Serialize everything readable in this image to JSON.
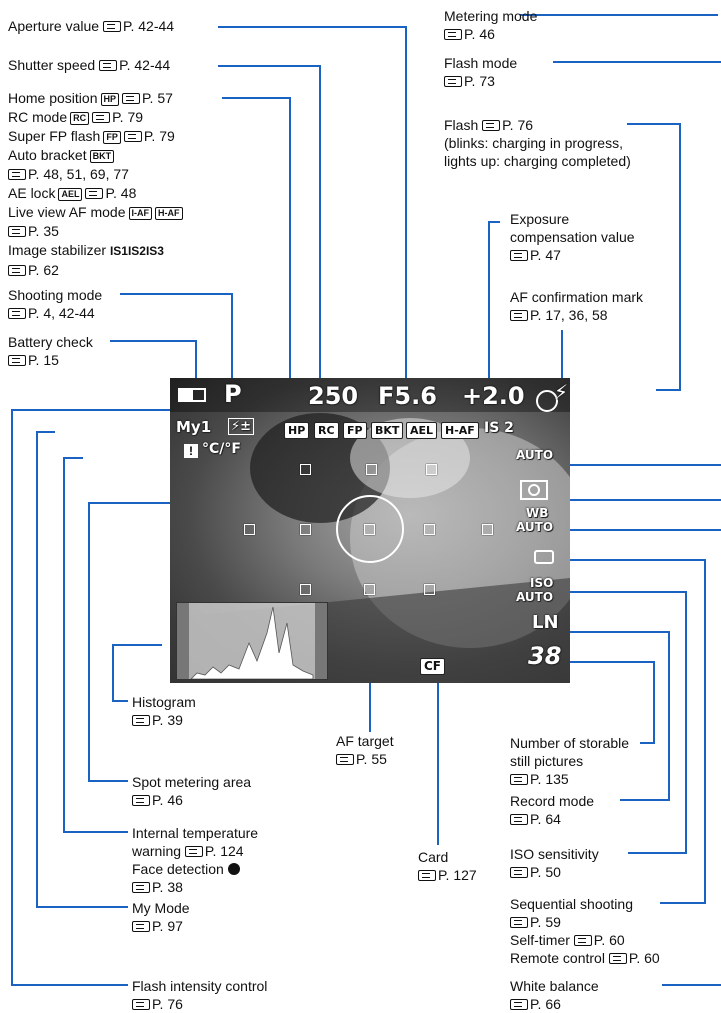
{
  "left_labels": {
    "aperture": [
      "Aperture value",
      "P. 42-44"
    ],
    "shutter": [
      "Shutter speed",
      "P. 42-44"
    ],
    "home": {
      "l1": "Home position",
      "t1": "HP",
      "r1": "P. 57",
      "l2": "RC mode",
      "t2": "RC",
      "r2": "P. 79",
      "l3": "Super FP flash",
      "t3": "FP",
      "r3": "P. 79",
      "l4": "Auto bracket",
      "t4": "BKT",
      "r4": "P. 48, 51, 69, 77",
      "l5": "AE lock",
      "t5": "AEL",
      "r5": "P. 48",
      "l6": "Live view AF mode",
      "t6a": "I-AF",
      "t6b": "H-AF",
      "r6": "P. 35",
      "l7": "Image stabilizer",
      "t7": "IS⁠1IS⁠2IS⁠3",
      "r7": "P. 62"
    },
    "shooting": [
      "Shooting mode",
      "P. 4, 42-44"
    ],
    "battery": [
      "Battery check",
      "P. 15"
    ]
  },
  "right_labels": {
    "metering": [
      "Metering mode",
      "P. 46"
    ],
    "flashmode": [
      "Flash mode",
      "P. 73"
    ],
    "flash": [
      "Flash",
      "P. 76",
      "(blinks: charging in progress,",
      "lights up: charging completed)"
    ],
    "expcomp": [
      "Exposure",
      "compensation value",
      "P. 47"
    ],
    "afconf": [
      "AF confirmation mark",
      "P. 17, 36, 58"
    ]
  },
  "bottom_labels": {
    "histogram": [
      "Histogram",
      "P. 39"
    ],
    "spot": [
      "Spot metering area",
      "P. 46"
    ],
    "temp": [
      "Internal temperature",
      "warning",
      "P. 124",
      "Face detection",
      "P. 38"
    ],
    "mymode": [
      "My Mode",
      "P. 97"
    ],
    "flashint": [
      "Flash intensity control",
      "P. 76"
    ],
    "aftarget": [
      "AF target",
      "P. 55"
    ],
    "card": [
      "Card",
      "P. 127"
    ],
    "storable": [
      "Number of storable",
      "still pictures",
      "P. 135"
    ],
    "record": [
      "Record mode",
      "P. 64"
    ],
    "iso": [
      "ISO sensitivity",
      "P. 50"
    ],
    "seq": [
      "Sequential shooting",
      "P. 59",
      "Self-timer",
      "P. 60",
      "Remote control",
      "P. 60"
    ],
    "wb": [
      "White balance",
      "P. 66"
    ]
  },
  "lcd": {
    "mode": "P",
    "shutter": "250",
    "aperture": "F5.6",
    "exp": "+2.0",
    "badges": [
      "HP",
      "RC",
      "FP",
      "BKT",
      "AEL",
      "H-AF",
      "IS 2"
    ],
    "flash_auto": "AUTO",
    "wb": "WB",
    "wb_auto": "AUTO",
    "iso": "ISO",
    "iso_auto": "AUTO",
    "record": "LN",
    "count": "38",
    "card": "CF",
    "temp": "°C/°F",
    "mymode": "My1"
  }
}
